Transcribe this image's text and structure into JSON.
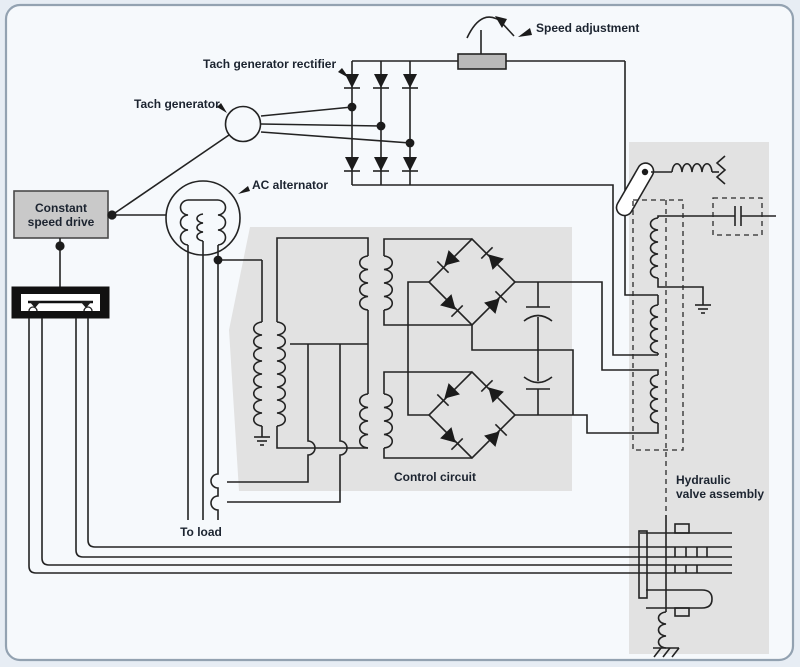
{
  "figure": {
    "title": "Constant speed drive and hydraulic valve assembly schematic",
    "colors": {
      "page_background": "#e7edf4",
      "surface": "#f6f9fc",
      "frame_border": "#93a2b1",
      "line": "#232323",
      "shaded_region": "#e2e2e2",
      "component_box_fill": "#c9c9c9",
      "potentiometer_fill": "#b9b9b9",
      "black_component_fill": "#111111"
    }
  },
  "labels": {
    "speed_adjustment": "Speed adjustment",
    "tach_generator_rectifier": "Tach generator rectifier",
    "tach_generator": "Tach generator",
    "ac_alternator": "AC alternator",
    "constant_speed_drive_line1": "Constant",
    "constant_speed_drive_line2": "speed drive",
    "control_circuit": "Control circuit",
    "to_load": "To load",
    "hydraulic_line1": "Hydraulic",
    "hydraulic_line2": "valve assembly"
  },
  "components": [
    "speed-adjustment-potentiometer",
    "tach-generator-rectifier-bridge",
    "tach-generator",
    "ac-alternator",
    "constant-speed-drive",
    "governor-contact-unit",
    "control-transformer",
    "upper-diode-bridge",
    "lower-diode-bridge",
    "filter-capacitor-1",
    "filter-capacitor-2",
    "valve-solenoid-coil-1",
    "valve-solenoid-coil-2",
    "valve-solenoid-coil-3",
    "flapper-lever",
    "feedback-capacitor",
    "position-pickoff-windings",
    "ground-symbols"
  ]
}
